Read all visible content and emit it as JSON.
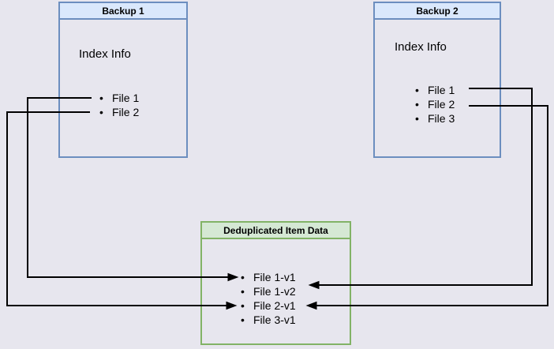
{
  "diagram": {
    "backup1": {
      "title": "Backup 1",
      "subtitle": "Index Info",
      "items": [
        "File 1",
        "File 2"
      ]
    },
    "backup2": {
      "title": "Backup 2",
      "subtitle": "Index Info",
      "items": [
        "File 1",
        "File 2",
        "File 3"
      ]
    },
    "dedup": {
      "title": "Deduplicated Item Data",
      "items": [
        "File 1-v1",
        "File 1-v2",
        "File 2-v1",
        "File 3-v1"
      ]
    },
    "connections": [
      {
        "from": "Backup 1 / File 1",
        "to": "Deduplicated Item Data / File 1-v1"
      },
      {
        "from": "Backup 1 / File 2",
        "to": "Deduplicated Item Data / File 2-v1"
      },
      {
        "from": "Backup 2 / File 1",
        "to": "Deduplicated Item Data / File 1-v2"
      },
      {
        "from": "Backup 2 / File 2",
        "to": "Deduplicated Item Data / File 2-v1"
      }
    ],
    "colors": {
      "background": "#e7e6ee",
      "blue_fill": "#dae8fc",
      "blue_stroke": "#6c8ebf",
      "green_fill": "#d5e8d4",
      "green_stroke": "#82b366",
      "connector": "#000000"
    }
  }
}
